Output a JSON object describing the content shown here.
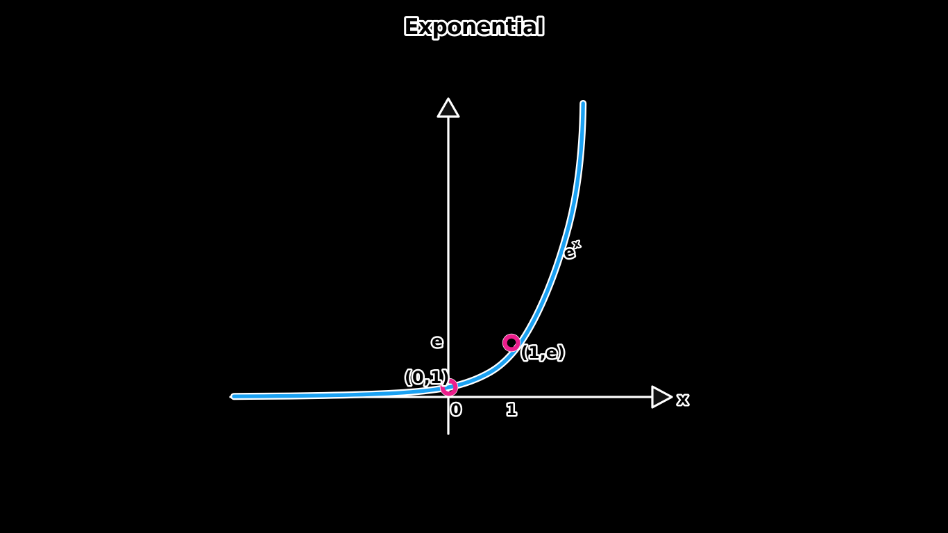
{
  "figure": {
    "title": "Exponential",
    "background_color": "#000000",
    "outline_color": "#FFFFFF",
    "axis_color": "#1A1A1A",
    "curve_color": "#1BA1F2",
    "point_color": "#EC1E8C"
  },
  "axes": {
    "x_axis_label": "x",
    "x_ticks": [
      {
        "label": "0",
        "value": 0
      },
      {
        "label": "1",
        "value": 1
      }
    ],
    "y_ticks": [
      {
        "label": "e",
        "value": 2.718
      }
    ]
  },
  "annotations": {
    "curve_label_base": "e",
    "curve_label_exponent": "x",
    "point_label_origin": "(0,1)",
    "point_label_e": "(1,e)"
  },
  "chart_data": {
    "type": "line",
    "title": "Exponential",
    "xlabel": "x",
    "ylabel": "",
    "function": "y = e^x",
    "grid": false,
    "legend": false,
    "xlim": [
      -3.5,
      1.35
    ],
    "ylim": [
      -0.6,
      4.8
    ],
    "series": [
      {
        "name": "e^x",
        "color": "#1BA1F2",
        "x": [
          -3.5,
          -3.25,
          -3.0,
          -2.75,
          -2.5,
          -2.25,
          -2.0,
          -1.75,
          -1.5,
          -1.25,
          -1.0,
          -0.75,
          -0.5,
          -0.25,
          0.0,
          0.25,
          0.5,
          0.75,
          1.0,
          1.15,
          1.3
        ],
        "y": [
          0.03,
          0.039,
          0.05,
          0.064,
          0.082,
          0.105,
          0.135,
          0.174,
          0.223,
          0.287,
          0.368,
          0.472,
          0.607,
          0.779,
          1.0,
          1.284,
          1.649,
          2.117,
          2.718,
          3.158,
          3.669
        ]
      }
    ],
    "points": [
      {
        "label": "(0,1)",
        "x": 0,
        "y": 1,
        "color": "#EC1E8C"
      },
      {
        "label": "(1,e)",
        "x": 1,
        "y": 2.718,
        "color": "#EC1E8C"
      }
    ],
    "xtick_labels": [
      "0",
      "1"
    ],
    "xtick_values": [
      0,
      1
    ],
    "ytick_labels": [
      "e"
    ],
    "ytick_values": [
      2.718
    ],
    "annotations": [
      {
        "text": "e^x",
        "x": 1.08,
        "y": 2.25
      }
    ]
  }
}
